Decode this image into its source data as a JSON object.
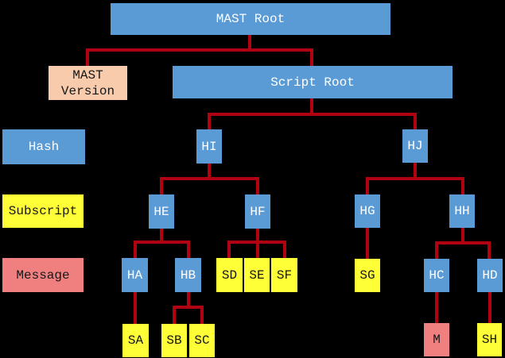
{
  "colors": {
    "background": "#000000",
    "hash_node_blue": "#5b9bd5",
    "subscript_node_yellow": "#ffff38",
    "message_node_salmon": "#f08080",
    "version_node_peach": "#f8cbad",
    "connector_red": "#b00210",
    "text_on_blue": "#ffffff",
    "text_on_light": "#161616"
  },
  "legend": {
    "hash": "Hash",
    "subscript": "Subscript",
    "message": "Message"
  },
  "nodes": {
    "mast_root": "MAST Root",
    "mast_version": "MAST\nVersion",
    "script_root": "Script Root",
    "hi": "HI",
    "hj": "HJ",
    "he": "HE",
    "hf": "HF",
    "hg": "HG",
    "hh": "HH",
    "ha": "HA",
    "hb": "HB",
    "sd": "SD",
    "se": "SE",
    "sf": "SF",
    "sg": "SG",
    "hc": "HC",
    "hd": "HD",
    "sa": "SA",
    "sb": "SB",
    "sc": "SC",
    "m": "M",
    "sh": "SH"
  }
}
